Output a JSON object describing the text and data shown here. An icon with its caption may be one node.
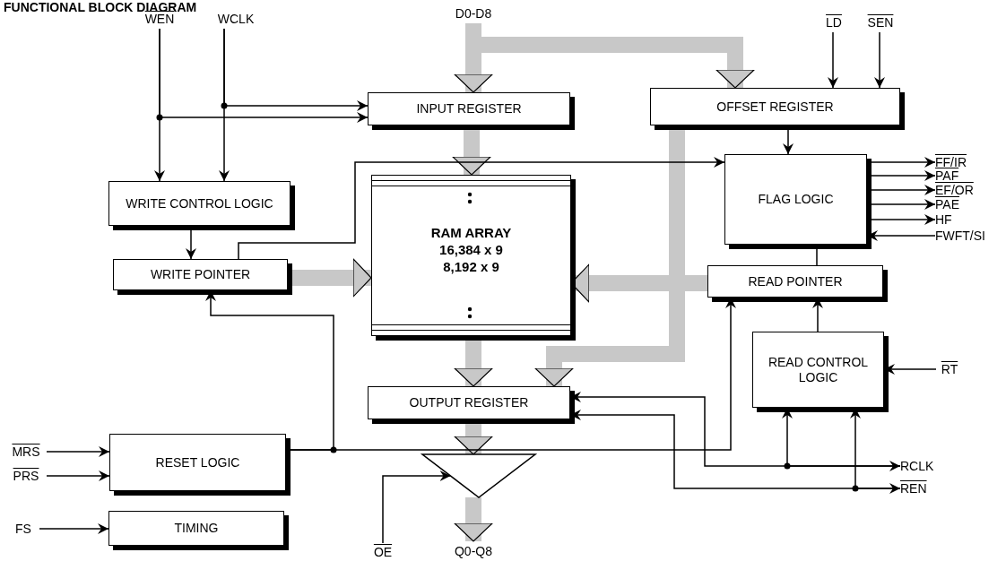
{
  "diagram": {
    "title": "FUNCTIONAL BLOCK DIAGRAM",
    "nodes": [
      {
        "text": [
          "WEN"
        ]
      },
      {
        "text": [
          "WCLK"
        ]
      },
      {
        "text": [
          "D0-D8"
        ]
      },
      {
        "text": [
          "LD"
        ]
      },
      {
        "text": [
          "SEN"
        ]
      },
      {
        "text": [
          "INPUT REGISTER"
        ]
      },
      {
        "text": [
          "OFFSET REGISTER"
        ]
      },
      {
        "text": [
          "WRITE CONTROL LOGIC"
        ]
      },
      {
        "text": [
          "FLAG LOGIC"
        ]
      },
      {
        "text": [
          "FF/IR"
        ]
      },
      {
        "text": [
          "PAF"
        ]
      },
      {
        "text": [
          "EF/OR"
        ]
      },
      {
        "text": [
          "PAE"
        ]
      },
      {
        "text": [
          "HF"
        ]
      },
      {
        "text": [
          "FWFT/SI"
        ]
      },
      {
        "text": [
          "RAM ARRAY",
          "16,384 x 9",
          "8,192 x 9"
        ]
      },
      {
        "text": [
          "WRITE POINTER"
        ]
      },
      {
        "text": [
          "READ POINTER"
        ]
      },
      {
        "text": [
          "READ CONTROL LOGIC"
        ]
      },
      {
        "text": [
          "RT"
        ]
      },
      {
        "text": [
          "OUTPUT REGISTER"
        ]
      },
      {
        "text": [
          "MRS"
        ]
      },
      {
        "text": [
          "PRS"
        ]
      },
      {
        "text": [
          "RESET LOGIC"
        ]
      },
      {
        "text": [
          "FS"
        ]
      },
      {
        "text": [
          "TIMING"
        ]
      },
      {
        "text": [],
        "shape": "triangle"
      },
      {
        "text": [
          "OE"
        ]
      },
      {
        "text": [
          "Q0-Q8"
        ]
      },
      {
        "text": [
          "RCLK"
        ]
      },
      {
        "text": [
          "REN"
        ]
      }
    ],
    "edges": [
      {
        "from": 0,
        "to": 7,
        "arrow": "to"
      },
      {
        "from": 0,
        "to": 5,
        "arrow": "to"
      },
      {
        "from": 1,
        "to": 7,
        "arrow": "to"
      },
      {
        "from": 1,
        "to": 5,
        "arrow": "to"
      },
      {
        "from": 2,
        "to": 5,
        "arrow": "to",
        "style": "thick",
        "color": "#c8c8c8"
      },
      {
        "from": 2,
        "to": 6,
        "arrow": "to",
        "style": "thick",
        "color": "#c8c8c8"
      },
      {
        "from": 3,
        "to": 6,
        "arrow": "to"
      },
      {
        "from": 4,
        "to": 6,
        "arrow": "to"
      },
      {
        "from": 5,
        "to": 15,
        "arrow": "to",
        "style": "thick",
        "color": "#c8c8c8"
      },
      {
        "from": 6,
        "to": 8,
        "arrow": "to"
      },
      {
        "from": 6,
        "to": 20,
        "arrow": "to",
        "style": "thick",
        "color": "#c8c8c8"
      },
      {
        "from": 16,
        "to": 8,
        "arrow": "to"
      },
      {
        "from": 7,
        "to": 16,
        "arrow": "to"
      },
      {
        "from": 16,
        "to": 15,
        "arrow": "to",
        "style": "thick",
        "color": "#c8c8c8"
      },
      {
        "from": 8,
        "to": 9,
        "arrow": "to"
      },
      {
        "from": 8,
        "to": 10,
        "arrow": "to"
      },
      {
        "from": 8,
        "to": 11,
        "arrow": "to"
      },
      {
        "from": 8,
        "to": 12,
        "arrow": "to"
      },
      {
        "from": 8,
        "to": 13,
        "arrow": "to"
      },
      {
        "from": 14,
        "to": 8,
        "arrow": "to"
      },
      {
        "from": 17,
        "to": 8,
        "arrow": "none"
      },
      {
        "from": 17,
        "to": 15,
        "arrow": "to",
        "style": "thick",
        "color": "#c8c8c8"
      },
      {
        "from": 18,
        "to": 17,
        "arrow": "to"
      },
      {
        "from": 19,
        "to": 18,
        "arrow": "to"
      },
      {
        "from": 15,
        "to": 20,
        "arrow": "to",
        "style": "thick",
        "color": "#c8c8c8"
      },
      {
        "from": 20,
        "to": 26,
        "arrow": "to",
        "style": "thick",
        "color": "#c8c8c8"
      },
      {
        "from": 26,
        "to": 28,
        "arrow": "to",
        "style": "thick",
        "color": "#c8c8c8"
      },
      {
        "from": 27,
        "to": 26,
        "arrow": "to"
      },
      {
        "from": 23,
        "to": 16,
        "arrow": "to"
      },
      {
        "from": 23,
        "to": 17,
        "arrow": "to"
      },
      {
        "from": 21,
        "to": 23,
        "arrow": "to"
      },
      {
        "from": 22,
        "to": 23,
        "arrow": "to"
      },
      {
        "from": 24,
        "to": 25,
        "arrow": "to"
      },
      {
        "from": 29,
        "to": 20,
        "arrow": "both"
      },
      {
        "from": 29,
        "to": 18,
        "arrow": "to"
      },
      {
        "from": 30,
        "to": 20,
        "arrow": "both"
      },
      {
        "from": 30,
        "to": 18,
        "arrow": "to"
      }
    ]
  }
}
